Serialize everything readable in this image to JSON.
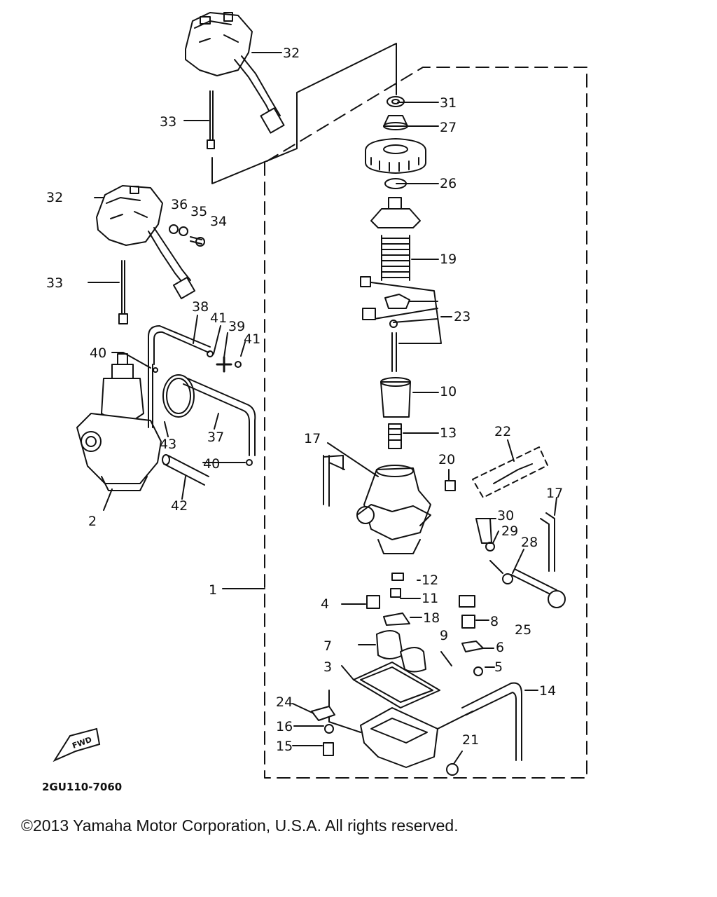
{
  "diagram": {
    "drawing_code": "2GU110-7060",
    "fwd_label": "FWD",
    "callouts": {
      "c1": "1",
      "c2": "2",
      "c3": "3",
      "c4": "4",
      "c5": "5",
      "c6": "6",
      "c7": "7",
      "c8": "8",
      "c9": "9",
      "c10": "10",
      "c11": "11",
      "c12": "12",
      "c13": "13",
      "c14": "14",
      "c15": "15",
      "c16": "16",
      "c17": "17",
      "c18": "18",
      "c19": "19",
      "c20": "20",
      "c21": "21",
      "c22": "22",
      "c23": "23",
      "c24": "24",
      "c25": "25",
      "c26": "26",
      "c27": "27",
      "c28": "28",
      "c29": "29",
      "c30": "30",
      "c31": "31",
      "c32": "32",
      "c33": "33",
      "c34": "34",
      "c35": "35",
      "c36": "36",
      "c37": "37",
      "c38": "38",
      "c39": "39",
      "c40": "40",
      "c41": "41",
      "c42": "42",
      "c43": "43"
    }
  },
  "footer": {
    "copyright": "©2013 Yamaha Motor Corporation, U.S.A. All rights reserved."
  },
  "colors": {
    "ink": "#111111",
    "background": "#ffffff"
  }
}
